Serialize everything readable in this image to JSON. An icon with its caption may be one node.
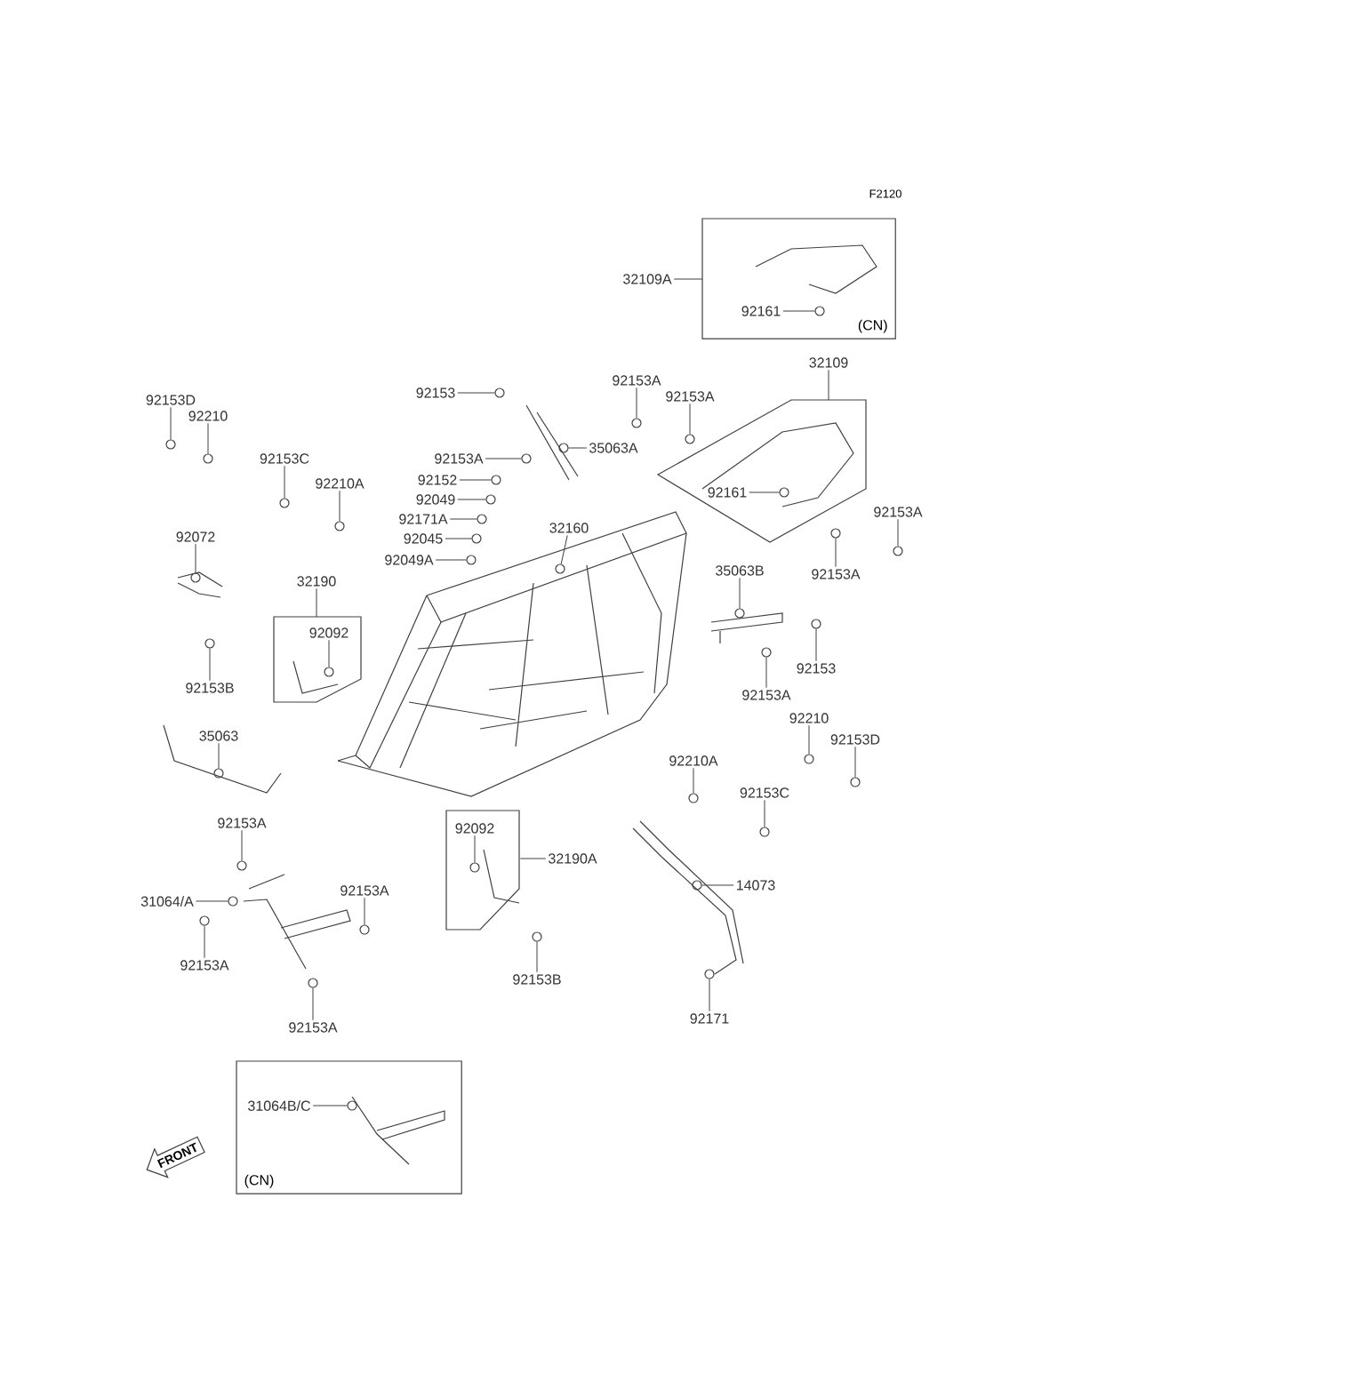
{
  "diagram": {
    "nodes": [
      {
        "text": [
          "(CN)"
        ]
      },
      {
        "text": [
          "92161"
        ],
        "in": 0
      },
      {
        "text": [
          "32109A"
        ]
      },
      {
        "text": [
          "92153D"
        ]
      },
      {
        "text": [
          "92210"
        ]
      },
      {
        "text": [
          "92153"
        ]
      },
      {
        "text": [
          "92153A"
        ]
      },
      {
        "text": [
          "32109"
        ]
      },
      {
        "text": [
          "92153A"
        ]
      },
      {
        "text": [],
        "shape": "box"
      },
      {
        "text": [
          "92161"
        ],
        "in": 9
      },
      {
        "text": [
          "35063A"
        ]
      },
      {
        "text": [
          "92153C"
        ]
      },
      {
        "text": [
          "92210A"
        ]
      },
      {
        "text": [
          "92153A"
        ]
      },
      {
        "text": [
          "92152"
        ]
      },
      {
        "text": [
          "92049"
        ]
      },
      {
        "text": [
          "92171A"
        ]
      },
      {
        "text": [
          "92045"
        ]
      },
      {
        "text": [
          "92049A"
        ]
      },
      {
        "text": [
          "92153A"
        ]
      },
      {
        "text": [
          "32160"
        ]
      },
      {
        "text": [
          "92072"
        ]
      },
      {
        "text": [
          "35063B"
        ]
      },
      {
        "text": [
          "92153A"
        ]
      },
      {
        "text": [
          "32190"
        ]
      },
      {
        "text": [],
        "shape": "box"
      },
      {
        "text": [
          "92092"
        ],
        "in": 26
      },
      {
        "text": [
          "92153B"
        ]
      },
      {
        "text": [
          "92153"
        ]
      },
      {
        "text": [
          "92153A"
        ]
      },
      {
        "text": [
          "92210"
        ]
      },
      {
        "text": [
          "92153D"
        ]
      },
      {
        "text": [
          "35063"
        ]
      },
      {
        "text": [
          "92210A"
        ]
      },
      {
        "text": [
          "92153C"
        ]
      },
      {
        "text": [],
        "shape": "box"
      },
      {
        "text": [
          "92092"
        ],
        "in": 36
      },
      {
        "text": [
          "92153A"
        ]
      },
      {
        "text": [
          "32190A"
        ]
      },
      {
        "text": [
          "14073"
        ]
      },
      {
        "text": [
          "31064/A"
        ]
      },
      {
        "text": [
          "92153A"
        ]
      },
      {
        "text": [
          "92153A"
        ]
      },
      {
        "text": [
          "92153B"
        ]
      },
      {
        "text": [
          "92171"
        ]
      },
      {
        "text": [
          "92153A"
        ]
      },
      {
        "text": [
          "(CN)"
        ]
      },
      {
        "text": [
          "31064B/C"
        ],
        "in": 47
      },
      {
        "text": [
          "FRONT"
        ]
      },
      {
        "text": [],
        "shape": "picture",
        "in": 0
      },
      {
        "text": [],
        "shape": "picture"
      },
      {
        "text": [],
        "shape": "picture"
      },
      {
        "text": [],
        "shape": "picture"
      },
      {
        "text": [],
        "shape": "picture"
      },
      {
        "text": [],
        "shape": "picture"
      },
      {
        "text": [],
        "shape": "picture",
        "in": 9
      },
      {
        "text": [],
        "shape": "picture"
      },
      {
        "text": [],
        "shape": "picture"
      },
      {
        "text": [],
        "shape": "picture"
      },
      {
        "text": [],
        "shape": "picture"
      },
      {
        "text": [],
        "shape": "picture"
      },
      {
        "text": [],
        "shape": "picture"
      },
      {
        "text": [],
        "shape": "picture"
      },
      {
        "text": [],
        "shape": "picture"
      },
      {
        "text": [],
        "shape": "picture"
      },
      {
        "text": [],
        "shape": "picture"
      },
      {
        "text": [],
        "shape": "picture"
      },
      {
        "text": [],
        "shape": "picture"
      },
      {
        "text": [],
        "shape": "picture"
      },
      {
        "text": [],
        "shape": "picture"
      },
      {
        "text": [],
        "shape": "picture",
        "in": 26
      },
      {
        "text": [],
        "shape": "picture"
      },
      {
        "text": [],
        "shape": "picture"
      },
      {
        "text": [],
        "shape": "picture"
      },
      {
        "text": [],
        "shape": "picture"
      },
      {
        "text": [],
        "shape": "picture"
      },
      {
        "text": [],
        "shape": "picture"
      },
      {
        "text": [],
        "shape": "picture"
      },
      {
        "text": [],
        "shape": "picture"
      },
      {
        "text": [],
        "shape": "picture",
        "in": 36
      },
      {
        "text": [],
        "shape": "picture"
      },
      {
        "text": [],
        "shape": "picture"
      },
      {
        "text": [],
        "shape": "picture"
      },
      {
        "text": [],
        "shape": "picture"
      },
      {
        "text": [],
        "shape": "picture"
      },
      {
        "text": [],
        "shape": "picture"
      },
      {
        "text": [],
        "shape": "picture"
      },
      {
        "text": [],
        "shape": "picture"
      },
      {
        "text": [],
        "shape": "picture",
        "in": 47
      }
    ],
    "edges": [
      {
        "from": 1,
        "to": 50,
        "arrow": "none"
      },
      {
        "from": 2,
        "to": 0,
        "arrow": "none"
      },
      {
        "from": 3,
        "to": 51,
        "arrow": "none"
      },
      {
        "from": 4,
        "to": 52,
        "arrow": "none"
      },
      {
        "from": 5,
        "to": 53,
        "arrow": "none"
      },
      {
        "from": 6,
        "to": 54,
        "arrow": "none"
      },
      {
        "from": 7,
        "to": 9,
        "arrow": "none"
      },
      {
        "from": 8,
        "to": 55,
        "arrow": "none"
      },
      {
        "from": 10,
        "to": 56,
        "arrow": "none"
      },
      {
        "from": 11,
        "to": 57,
        "arrow": "none"
      },
      {
        "from": 12,
        "to": 58,
        "arrow": "none"
      },
      {
        "from": 13,
        "to": 59,
        "arrow": "none"
      },
      {
        "from": 14,
        "to": 60,
        "arrow": "none"
      },
      {
        "from": 15,
        "to": 61,
        "arrow": "none"
      },
      {
        "from": 16,
        "to": 62,
        "arrow": "none"
      },
      {
        "from": 17,
        "to": 63,
        "arrow": "none"
      },
      {
        "from": 18,
        "to": 64,
        "arrow": "none"
      },
      {
        "from": 19,
        "to": 65,
        "arrow": "none"
      },
      {
        "from": 20,
        "to": 66,
        "arrow": "none"
      },
      {
        "from": 21,
        "to": 67,
        "arrow": "none"
      },
      {
        "from": 22,
        "to": 68,
        "arrow": "none"
      },
      {
        "from": 23,
        "to": 69,
        "arrow": "none"
      },
      {
        "from": 24,
        "to": 70,
        "arrow": "none"
      },
      {
        "from": 25,
        "to": 26,
        "arrow": "none"
      },
      {
        "from": 27,
        "to": 71,
        "arrow": "none"
      },
      {
        "from": 28,
        "to": 72,
        "arrow": "none"
      },
      {
        "from": 29,
        "to": 73,
        "arrow": "none"
      },
      {
        "from": 30,
        "to": 74,
        "arrow": "none"
      },
      {
        "from": 31,
        "to": 75,
        "arrow": "none"
      },
      {
        "from": 32,
        "to": 76,
        "arrow": "none"
      },
      {
        "from": 33,
        "to": 77,
        "arrow": "none"
      },
      {
        "from": 34,
        "to": 78,
        "arrow": "none"
      },
      {
        "from": 35,
        "to": 79,
        "arrow": "none"
      },
      {
        "from": 37,
        "to": 80,
        "arrow": "none"
      },
      {
        "from": 38,
        "to": 81,
        "arrow": "none"
      },
      {
        "from": 39,
        "to": 36,
        "arrow": "none"
      },
      {
        "from": 40,
        "to": 82,
        "arrow": "none"
      },
      {
        "from": 41,
        "to": 83,
        "arrow": "none"
      },
      {
        "from": 42,
        "to": 84,
        "arrow": "none"
      },
      {
        "from": 43,
        "to": 85,
        "arrow": "none"
      },
      {
        "from": 44,
        "to": 86,
        "arrow": "none"
      },
      {
        "from": 45,
        "to": 87,
        "arrow": "none"
      },
      {
        "from": 46,
        "to": 88,
        "arrow": "none"
      },
      {
        "from": 48,
        "to": 89,
        "arrow": "none"
      }
    ],
    "labels": [
      "F2120"
    ]
  }
}
